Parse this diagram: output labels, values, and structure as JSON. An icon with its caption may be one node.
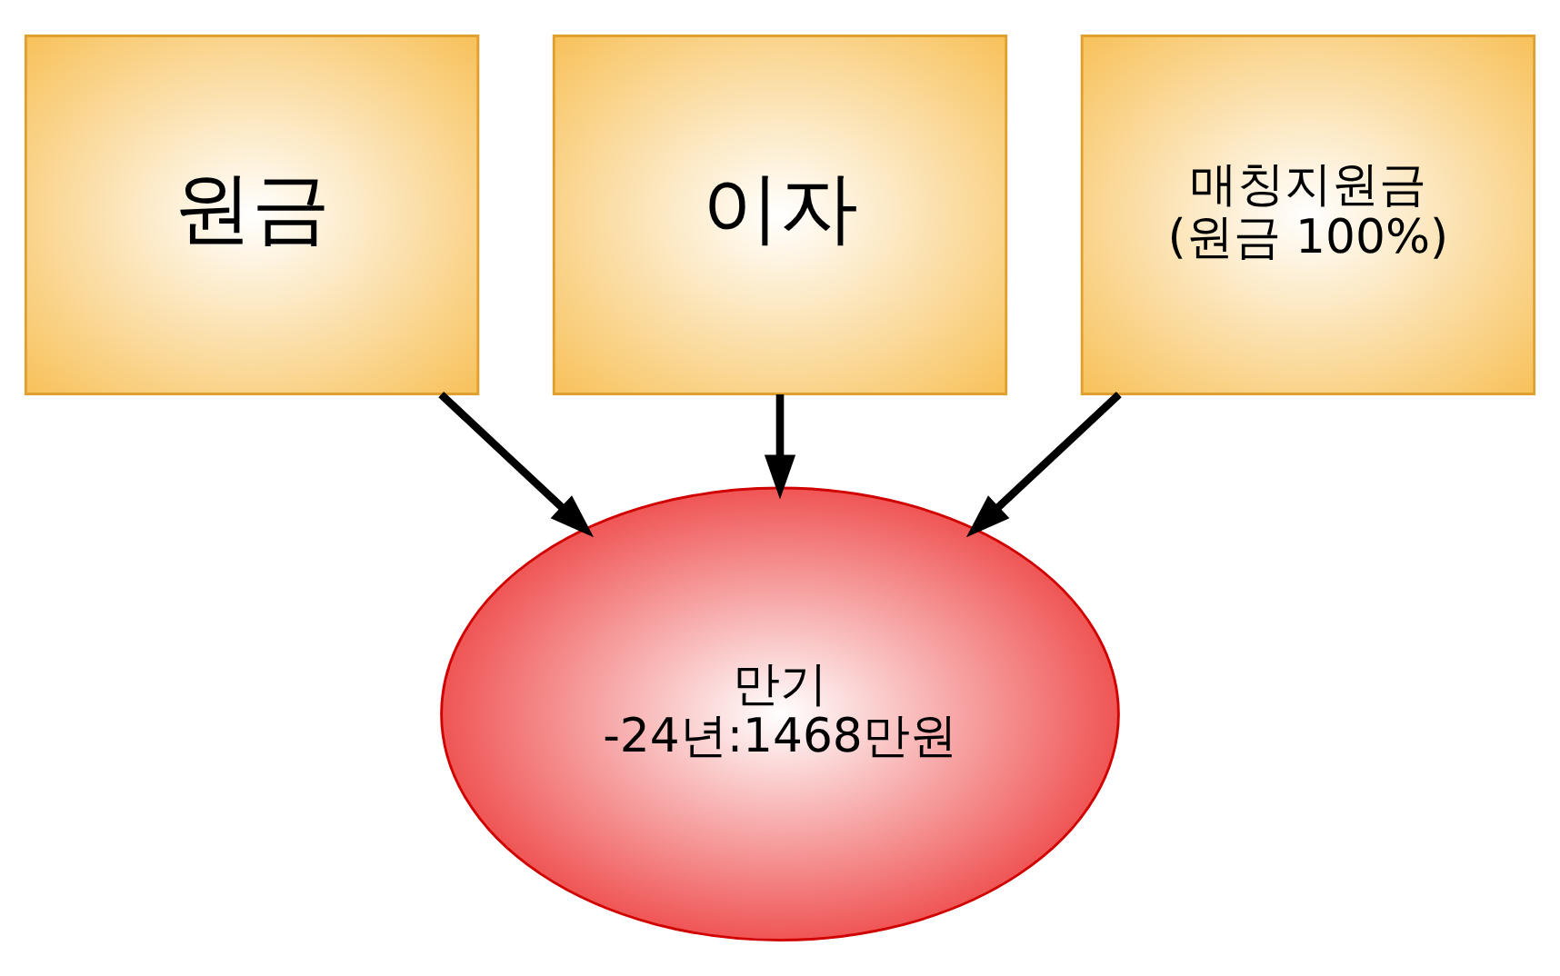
{
  "diagram": {
    "nodes": [
      {
        "text": [
          "원금"
        ]
      },
      {
        "text": [
          "이자"
        ]
      },
      {
        "text": [
          "매칭지원금",
          "(원금 100%)"
        ]
      },
      {
        "text": [
          "만기",
          "-24년:1468만원"
        ]
      }
    ],
    "edges": [
      {
        "from": 0,
        "to": 3,
        "arrow": "to"
      },
      {
        "from": 1,
        "to": 3,
        "arrow": "to"
      },
      {
        "from": 2,
        "to": 3,
        "arrow": "to"
      }
    ]
  }
}
